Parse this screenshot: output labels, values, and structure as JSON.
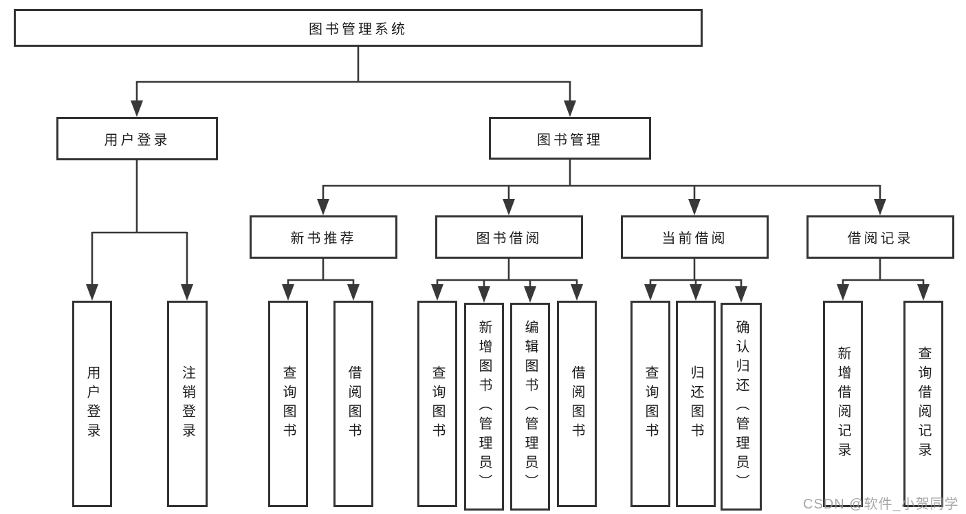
{
  "diagram": {
    "root": {
      "label": "图书管理系统"
    },
    "branches": [
      {
        "label": "用户登录",
        "children": [
          {
            "label": "用户登录"
          },
          {
            "label": "注销登录"
          }
        ]
      },
      {
        "label": "图书管理",
        "children": [
          {
            "label": "新书推荐",
            "children": [
              {
                "label": "查询图书"
              },
              {
                "label": "借阅图书"
              }
            ]
          },
          {
            "label": "图书借阅",
            "children": [
              {
                "label": "查询图书"
              },
              {
                "label": "新增图书（管理员）"
              },
              {
                "label": "编辑图书（管理员）"
              },
              {
                "label": "借阅图书"
              }
            ]
          },
          {
            "label": "当前借阅",
            "children": [
              {
                "label": "查询图书"
              },
              {
                "label": "归还图书"
              },
              {
                "label": "确认归还（管理员）"
              }
            ]
          },
          {
            "label": "借阅记录",
            "children": [
              {
                "label": "新增借阅记录"
              },
              {
                "label": "查询借阅记录"
              }
            ]
          }
        ]
      }
    ]
  },
  "watermark": {
    "text": "CSDN @软件_小贺同学"
  },
  "colors": {
    "line": "#383838",
    "border": "#333333",
    "text": "#1d1d1d",
    "background": "#ffffff",
    "watermark": "#969696"
  }
}
